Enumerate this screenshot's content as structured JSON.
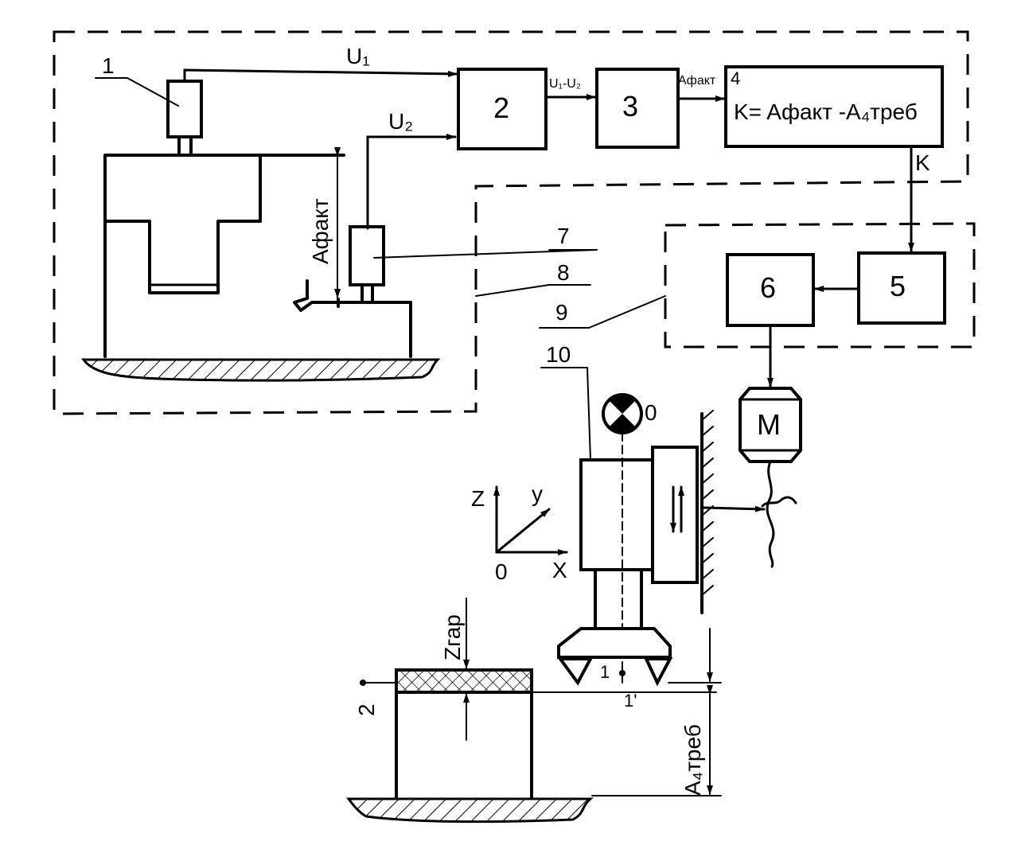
{
  "labels": {
    "sensor_1": "1",
    "block_2": "2",
    "block_3": "3",
    "block_4_num": "4",
    "block_4_formula": "K= Aфакт -A₄треб",
    "block_5": "5",
    "block_6": "6",
    "label_7": "7",
    "label_8": "8",
    "label_9": "9",
    "label_10": "10",
    "signal_u1": "U₁",
    "signal_u2": "U₂",
    "signal_diff": "U₁-U₂",
    "signal_afakt": "Aфакт",
    "signal_k": "K",
    "motor": "M",
    "dim_afakt": "Aфакт",
    "dim_zgar": "Zгар",
    "dim_a4treb": "A₄треб",
    "point_o_top": "0",
    "axis_z": "Z",
    "axis_y": "y",
    "axis_x": "X",
    "origin_o": "0",
    "point_1": "1",
    "point_1prime": "1'",
    "point_2": "2"
  }
}
